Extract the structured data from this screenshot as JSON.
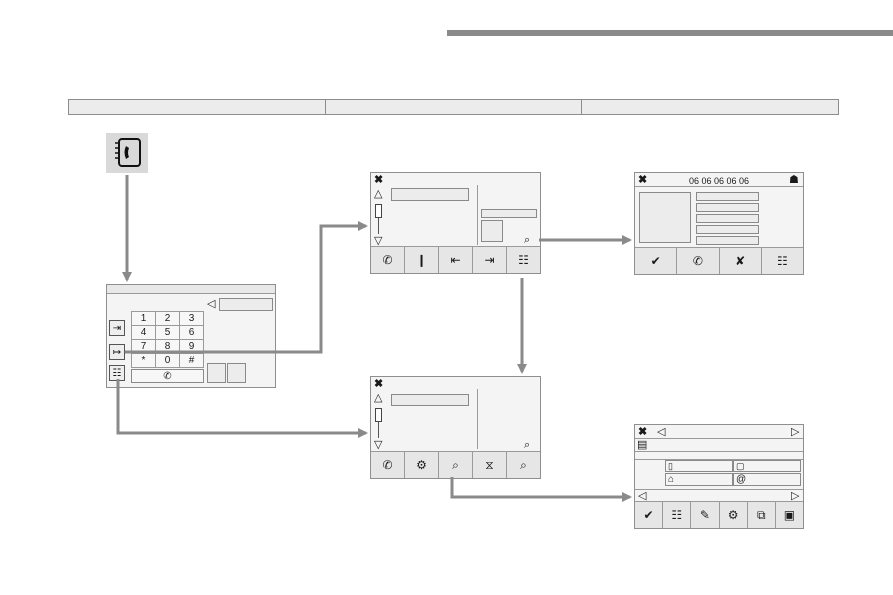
{
  "screen_detail": {
    "number": "06 06 06 06 06"
  },
  "keypad": {
    "keys": [
      "1",
      "2",
      "3",
      "4",
      "5",
      "6",
      "7",
      "8",
      "9",
      "*",
      "0",
      "#"
    ]
  },
  "icons": {
    "close": "✖",
    "up": "△",
    "down": "▽",
    "left": "◁",
    "right": "▷",
    "phone": "✆",
    "check": "✔",
    "home": "⌂",
    "at": "@",
    "edit": "✎",
    "contacts_icon": "contacts-phone-icon"
  }
}
